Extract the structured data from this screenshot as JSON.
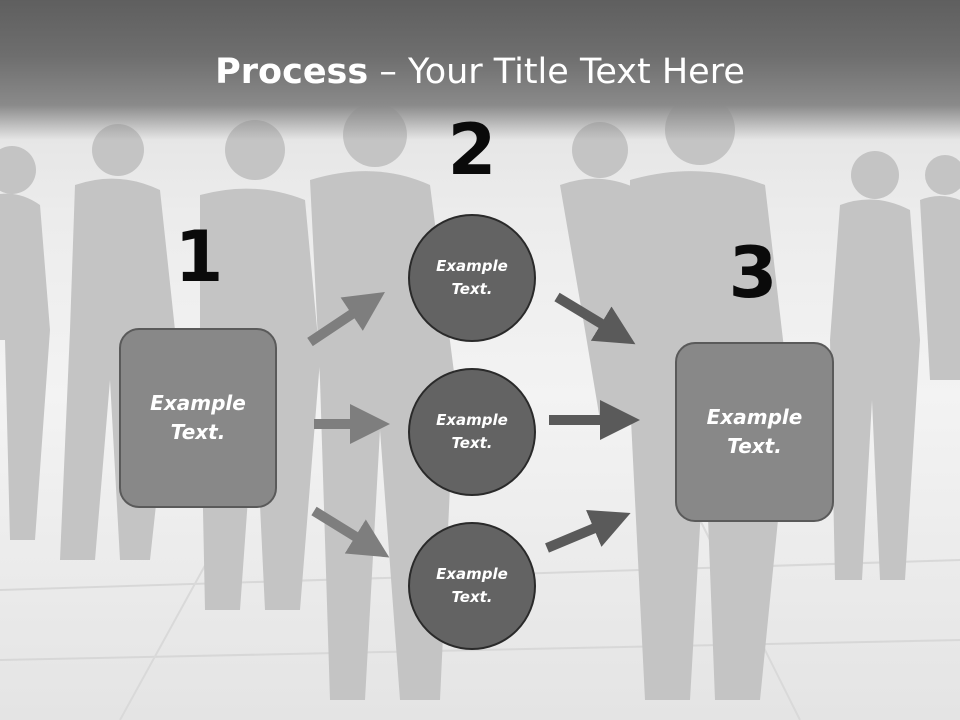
{
  "title": {
    "bold": "Process",
    "rest": " – Your Title Text Here"
  },
  "steps": [
    {
      "number": "1",
      "text": "Example\nText."
    },
    {
      "number": "2"
    },
    {
      "number": "3",
      "text": "Example\nText."
    }
  ],
  "circles": [
    {
      "text": "Example\nText."
    },
    {
      "text": "Example\nText."
    },
    {
      "text": "Example\nText."
    }
  ],
  "colors": {
    "title_bar": "#6e6e6e",
    "box_fill": "#888888",
    "circle_fill": "#636363",
    "arrow_light": "#7e7e7e",
    "arrow_dark": "#5a5a5a"
  }
}
